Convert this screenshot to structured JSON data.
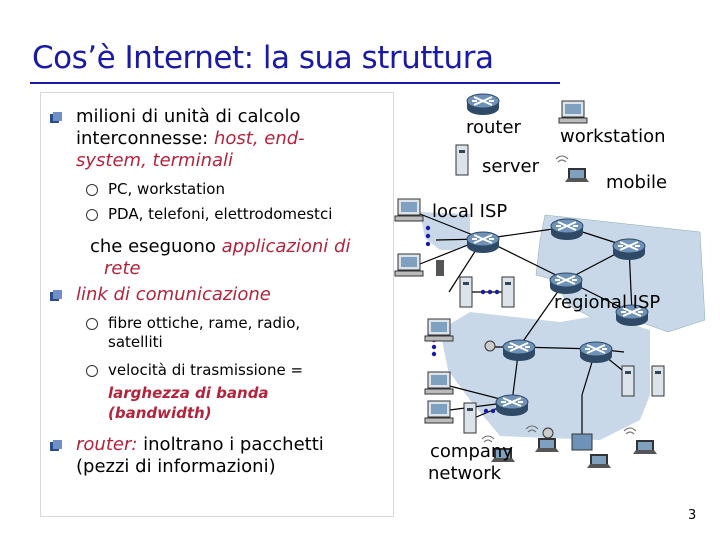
{
  "slide": {
    "title": "Cos’è Internet: la sua struttura",
    "page_number": "3"
  },
  "bullets": {
    "b1_line1": "milioni di unità di calcolo",
    "b1_line2_a": "interconnesse: ",
    "b1_line2_b": "host, end-",
    "b1_line3": "system, terminali",
    "b1_sub1": "PC, workstation",
    "b1_sub2": "PDA, telefoni, elettrodomestci",
    "b1_cont_a": "che eseguono ",
    "b1_cont_b": "applicazioni di",
    "b1_cont_c": "rete",
    "b2": "link di comunicazione",
    "b2_sub1_line1": "fibre ottiche, rame, radio,",
    "b2_sub1_line2": "satelliti",
    "b2_sub2_line1": "velocità di trasmissione =",
    "b2_sub2_line2": "larghezza di banda",
    "b2_sub2_line3": "(bandwidth)",
    "b3_a": "router:",
    "b3_b": " inoltrano i pacchetti",
    "b3_line2": "(pezzi di informazioni)"
  },
  "legend": {
    "router": "router",
    "workstation": "workstation",
    "server": "server",
    "mobile": "mobile"
  },
  "network": {
    "local_isp": "local ISP",
    "regional_isp": "regional ISP",
    "company_line1": "company",
    "company_line2": "network"
  },
  "colors": {
    "title": "#1a1aa6",
    "highlight": "#b3243c",
    "router": "#4a6a8a",
    "region": "#c9d8e8"
  }
}
